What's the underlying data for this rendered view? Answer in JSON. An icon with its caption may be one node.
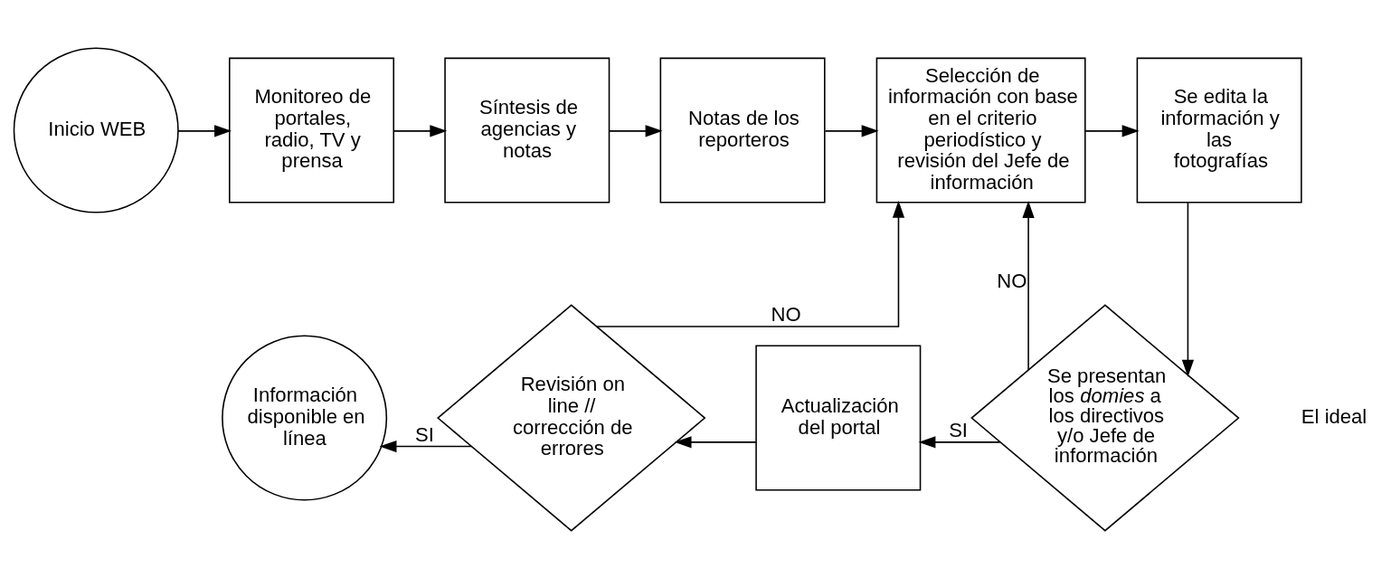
{
  "diagram": {
    "nodes": [
      {
        "text": [
          "Inicio WEB"
        ]
      },
      {
        "text": [
          "Monitoreo de portales, radio, TV y prensa"
        ]
      },
      {
        "text": [
          "Síntesis de agencias y notas"
        ]
      },
      {
        "text": [
          "Notas de los reporteros"
        ]
      },
      {
        "text": [
          "Selección de información con base en el criterio periodístico y revisión del Jefe de información"
        ]
      },
      {
        "text": [
          "Se edita la información y las fotografías"
        ]
      },
      {
        "text": [
          "Se presentan los *domies* a los directivos y/o Jefe de información"
        ]
      },
      {
        "text": [
          "Actualización del portal"
        ]
      },
      {
        "text": [
          "Revisión on line // corrección de errores"
        ]
      },
      {
        "text": [
          "Información disponible en línea"
        ]
      }
    ],
    "edges": [
      {
        "from": 0,
        "to": 1,
        "arrow": "to"
      },
      {
        "from": 1,
        "to": 2,
        "arrow": "to"
      },
      {
        "from": 2,
        "to": 3,
        "arrow": "to"
      },
      {
        "from": 3,
        "to": 4,
        "arrow": "to"
      },
      {
        "from": 4,
        "to": 5,
        "arrow": "to"
      },
      {
        "from": 5,
        "to": 6,
        "arrow": "to"
      },
      {
        "from": 6,
        "to": 7,
        "arrow": "to",
        "label": "SI"
      },
      {
        "from": 6,
        "to": 4,
        "arrow": "to",
        "label": "NO"
      },
      {
        "from": 7,
        "to": 8,
        "arrow": "to"
      },
      {
        "from": 8,
        "to": 4,
        "arrow": "to",
        "label": "NO"
      },
      {
        "from": 8,
        "to": 9,
        "arrow": "to",
        "label": "SI"
      }
    ],
    "labels": [
      "El ideal"
    ]
  }
}
